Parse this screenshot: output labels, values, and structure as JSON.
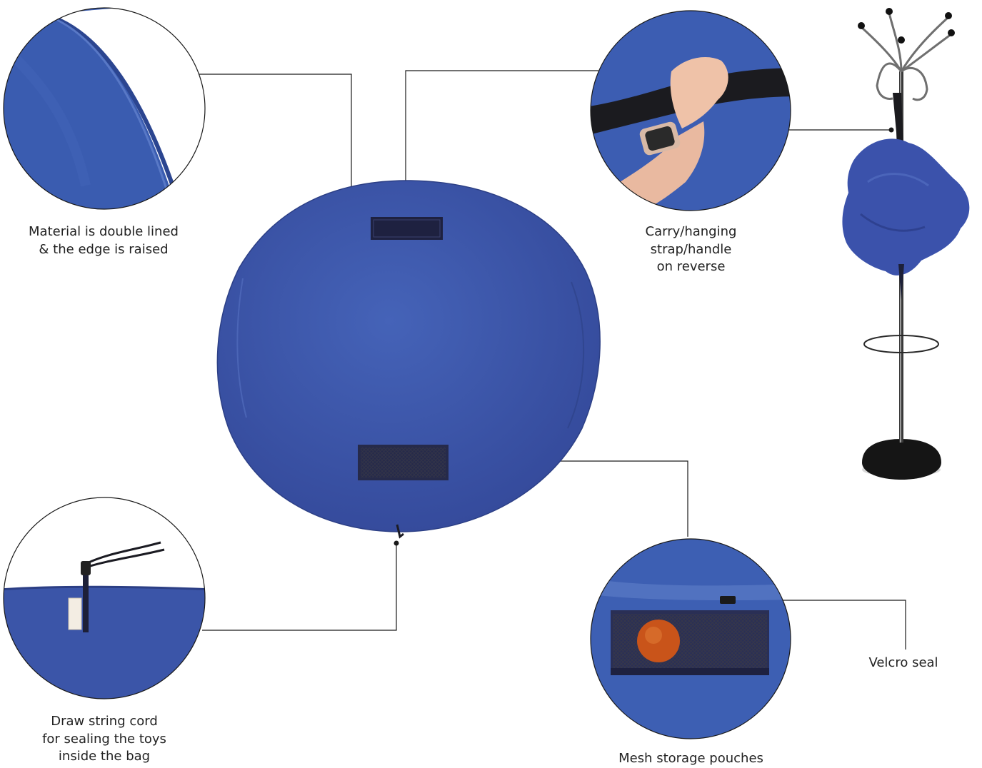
{
  "captions": {
    "material": "Material is double lined\n& the edge is raised",
    "carry": "Carry/hanging\nstrap/handle\non reverse",
    "drawstring": "Draw string cord\nfor sealing the toys\ninside the bag",
    "mesh": "Mesh storage pouches",
    "velcro": "Velcro seal"
  },
  "colors": {
    "fabric": "#3b55a8",
    "fabric_dark": "#2f4590",
    "strap": "#1b1b1f",
    "leader_line": "#1a1a1a",
    "caption_text": "#222222",
    "mesh_ball": "#c9541a"
  }
}
